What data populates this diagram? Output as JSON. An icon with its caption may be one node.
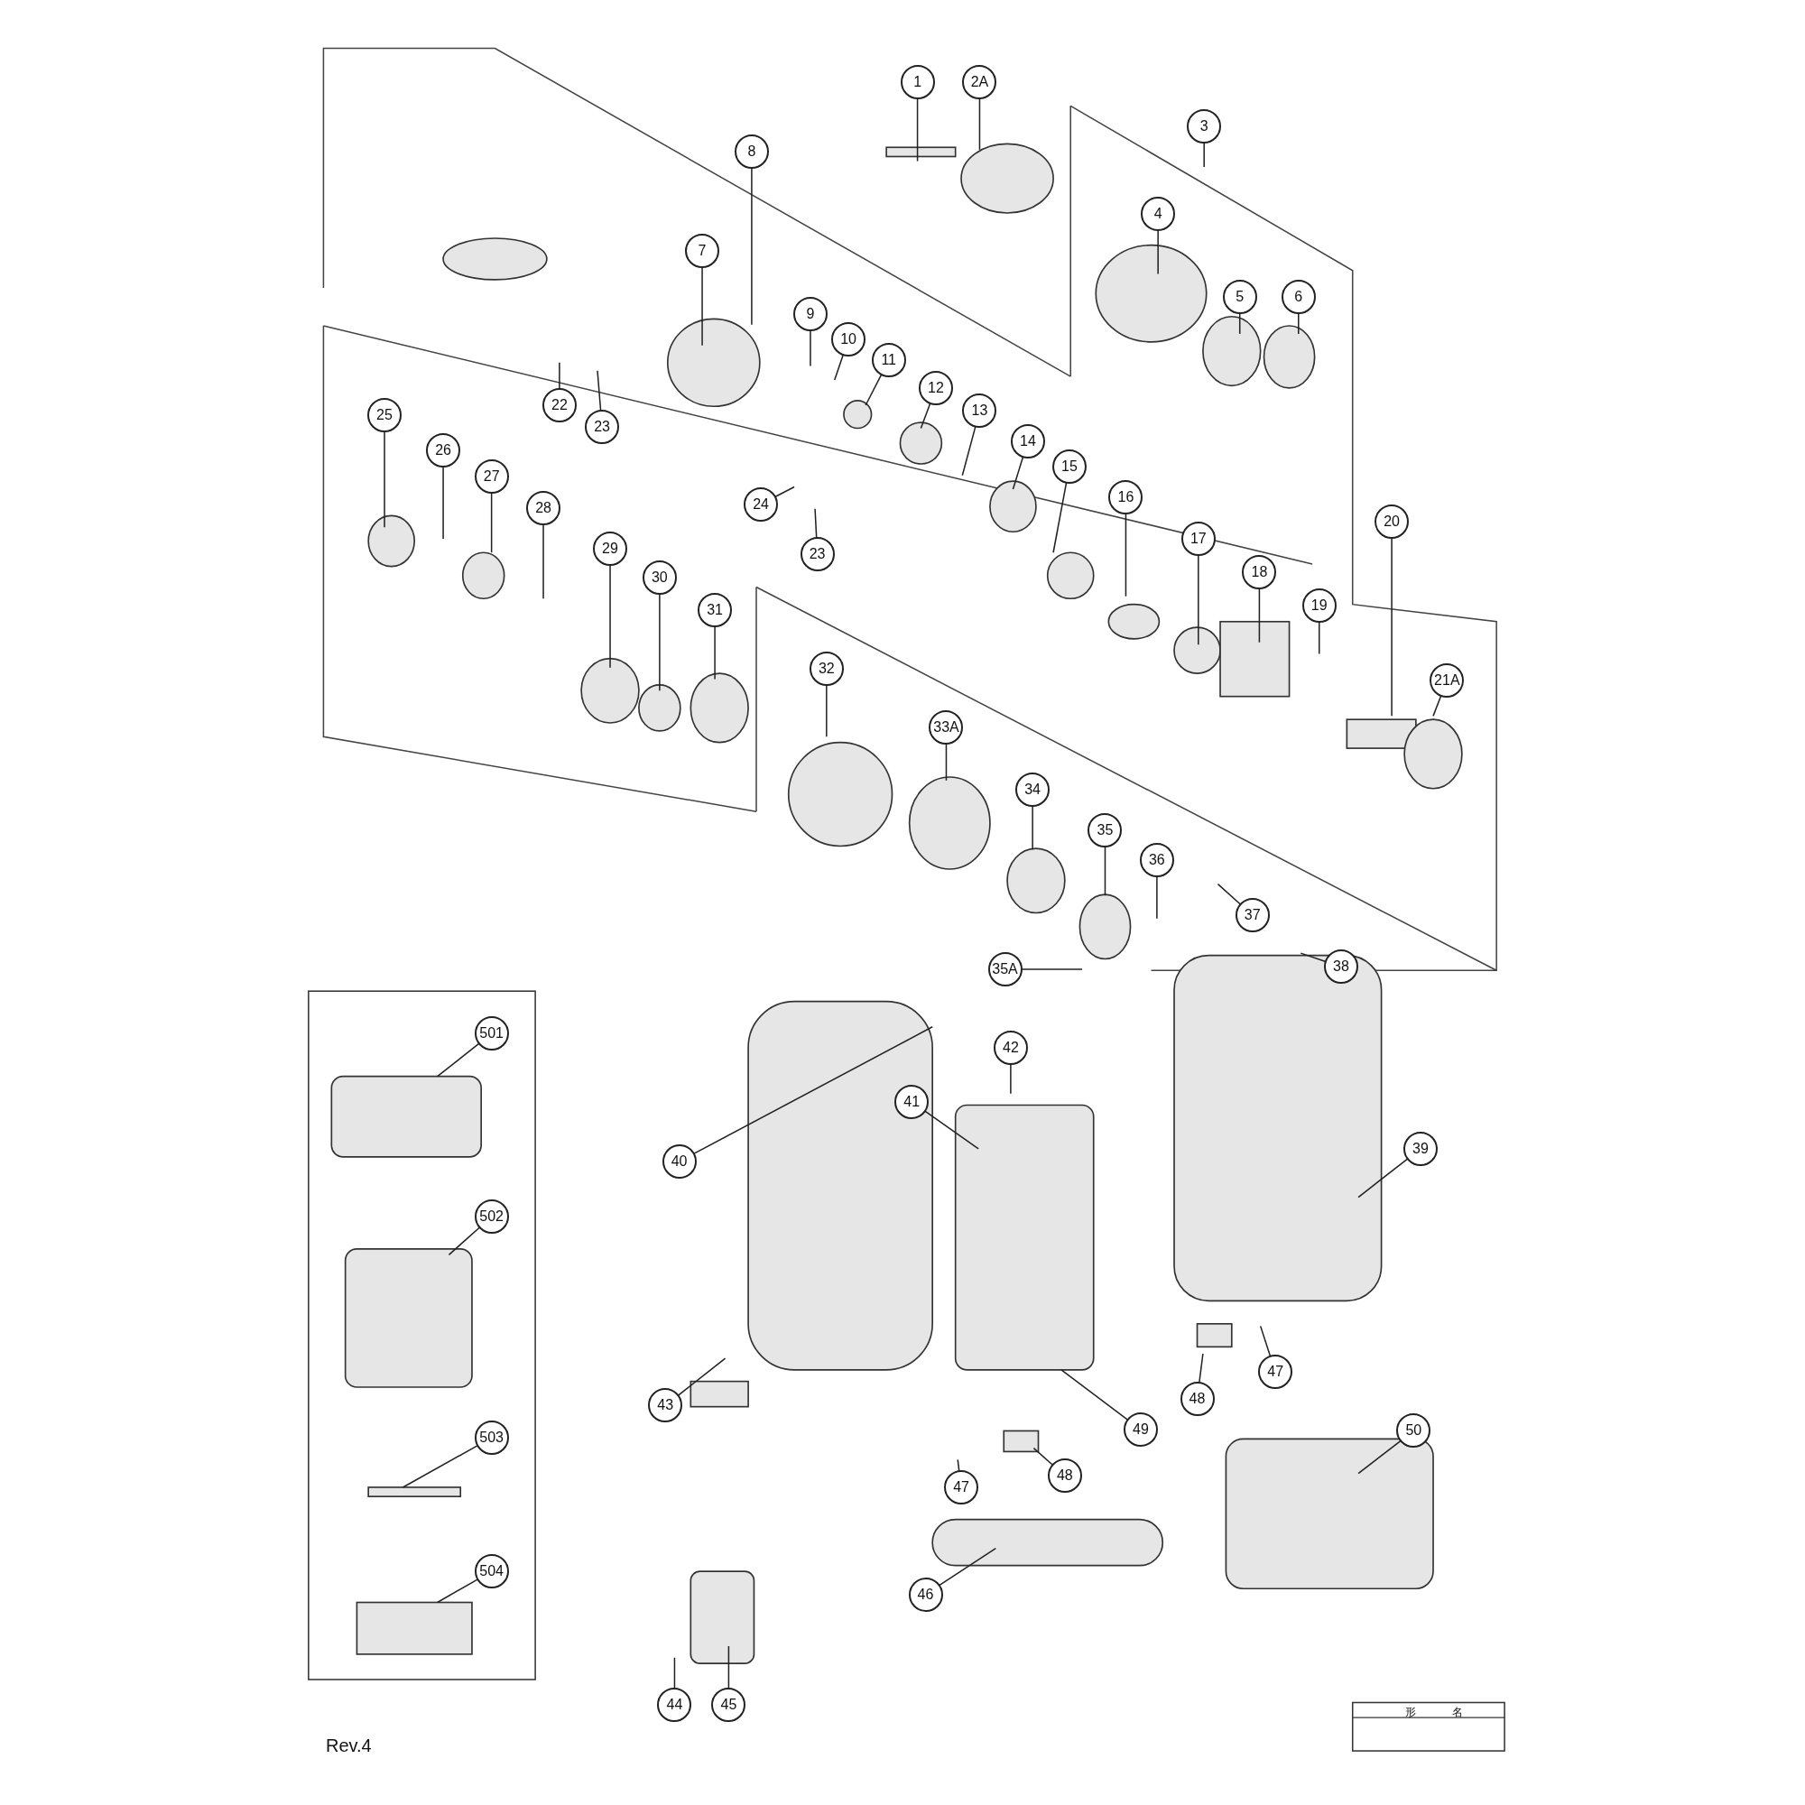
{
  "diagram": {
    "nodes": [
      {
        "text": [
          "1"
        ]
      },
      {
        "text": [
          "2A"
        ]
      },
      {
        "text": [
          "3"
        ]
      },
      {
        "text": [
          "8"
        ]
      },
      {
        "text": [
          "4"
        ]
      },
      {
        "text": [
          "7"
        ]
      },
      {
        "text": [
          "5"
        ]
      },
      {
        "text": [
          "6"
        ]
      },
      {
        "text": [
          "9"
        ]
      },
      {
        "text": [
          "10"
        ]
      },
      {
        "text": [
          "11"
        ]
      },
      {
        "text": [
          "12"
        ]
      },
      {
        "text": [
          "22"
        ]
      },
      {
        "text": [
          "23"
        ]
      },
      {
        "text": [
          "13"
        ]
      },
      {
        "text": [
          "25"
        ]
      },
      {
        "text": [
          "14"
        ]
      },
      {
        "text": [
          "26"
        ]
      },
      {
        "text": [
          "15"
        ]
      },
      {
        "text": [
          "27"
        ]
      },
      {
        "text": [
          "16"
        ]
      },
      {
        "text": [
          "24"
        ]
      },
      {
        "text": [
          "28"
        ]
      },
      {
        "text": [
          "20"
        ]
      },
      {
        "text": [
          "17"
        ]
      },
      {
        "text": [
          "29"
        ]
      },
      {
        "text": [
          "23"
        ]
      },
      {
        "text": [
          "18"
        ]
      },
      {
        "text": [
          "30"
        ]
      },
      {
        "text": [
          "19"
        ]
      },
      {
        "text": [
          "31"
        ]
      },
      {
        "text": [
          "32"
        ]
      },
      {
        "text": [
          "21A"
        ]
      },
      {
        "text": [
          "33A"
        ]
      },
      {
        "text": [
          "34"
        ]
      },
      {
        "text": [
          "35"
        ]
      },
      {
        "text": [
          "36"
        ]
      },
      {
        "text": [
          "37"
        ]
      },
      {
        "text": [
          "35A"
        ]
      },
      {
        "text": [
          "38"
        ]
      },
      {
        "text": [
          "501"
        ]
      },
      {
        "text": [
          "42"
        ]
      },
      {
        "text": [
          "41"
        ]
      },
      {
        "text": [
          "39"
        ]
      },
      {
        "text": [
          "40"
        ]
      },
      {
        "text": [
          "502"
        ]
      },
      {
        "text": [
          "47"
        ]
      },
      {
        "text": [
          "48"
        ]
      },
      {
        "text": [
          "43"
        ]
      },
      {
        "text": [
          "49"
        ]
      },
      {
        "text": [
          "50"
        ]
      },
      {
        "text": [
          "503"
        ]
      },
      {
        "text": [
          "48"
        ]
      },
      {
        "text": [
          "47"
        ]
      },
      {
        "text": [
          "504"
        ]
      },
      {
        "text": [
          "46"
        ]
      },
      {
        "text": [
          "44"
        ]
      },
      {
        "text": [
          "45"
        ]
      }
    ],
    "edges": [
      {
        "from": 0,
        "to": null,
        "arrow": "none"
      },
      {
        "from": 1,
        "to": null,
        "arrow": "none"
      },
      {
        "from": 2,
        "to": null,
        "arrow": "none"
      },
      {
        "from": 3,
        "to": null,
        "arrow": "none"
      },
      {
        "from": 4,
        "to": null,
        "arrow": "none"
      },
      {
        "from": 5,
        "to": null,
        "arrow": "none"
      },
      {
        "from": 6,
        "to": null,
        "arrow": "none"
      },
      {
        "from": 7,
        "to": null,
        "arrow": "none"
      },
      {
        "from": 8,
        "to": null,
        "arrow": "none"
      },
      {
        "from": 9,
        "to": null,
        "arrow": "none"
      },
      {
        "from": 10,
        "to": null,
        "arrow": "none"
      },
      {
        "from": 11,
        "to": null,
        "arrow": "none"
      },
      {
        "from": 12,
        "to": null,
        "arrow": "none"
      },
      {
        "from": 13,
        "to": null,
        "arrow": "none"
      },
      {
        "from": 14,
        "to": null,
        "arrow": "none"
      },
      {
        "from": 15,
        "to": null,
        "arrow": "none"
      },
      {
        "from": 16,
        "to": null,
        "arrow": "none"
      },
      {
        "from": 17,
        "to": null,
        "arrow": "none"
      },
      {
        "from": 18,
        "to": null,
        "arrow": "none"
      },
      {
        "from": 19,
        "to": null,
        "arrow": "none"
      },
      {
        "from": 20,
        "to": null,
        "arrow": "none"
      },
      {
        "from": 21,
        "to": null,
        "arrow": "none"
      },
      {
        "from": 22,
        "to": null,
        "arrow": "none"
      },
      {
        "from": 23,
        "to": null,
        "arrow": "none"
      },
      {
        "from": 24,
        "to": null,
        "arrow": "none"
      },
      {
        "from": 25,
        "to": null,
        "arrow": "none"
      },
      {
        "from": 26,
        "to": null,
        "arrow": "none"
      },
      {
        "from": 27,
        "to": null,
        "arrow": "none"
      },
      {
        "from": 28,
        "to": null,
        "arrow": "none"
      },
      {
        "from": 29,
        "to": null,
        "arrow": "none"
      },
      {
        "from": 30,
        "to": null,
        "arrow": "none"
      },
      {
        "from": 31,
        "to": null,
        "arrow": "none"
      },
      {
        "from": 32,
        "to": null,
        "arrow": "none"
      },
      {
        "from": 33,
        "to": null,
        "arrow": "none"
      },
      {
        "from": 34,
        "to": null,
        "arrow": "none"
      },
      {
        "from": 35,
        "to": null,
        "arrow": "none"
      },
      {
        "from": 36,
        "to": null,
        "arrow": "none"
      },
      {
        "from": 37,
        "to": null,
        "arrow": "none"
      },
      {
        "from": 38,
        "to": null,
        "arrow": "none"
      },
      {
        "from": 39,
        "to": null,
        "arrow": "none"
      },
      {
        "from": 40,
        "to": null,
        "arrow": "none"
      },
      {
        "from": 41,
        "to": null,
        "arrow": "none"
      },
      {
        "from": 42,
        "to": null,
        "arrow": "none"
      },
      {
        "from": 43,
        "to": null,
        "arrow": "none"
      },
      {
        "from": 44,
        "to": null,
        "arrow": "none"
      },
      {
        "from": 45,
        "to": null,
        "arrow": "none"
      },
      {
        "from": 46,
        "to": null,
        "arrow": "none"
      },
      {
        "from": 47,
        "to": null,
        "arrow": "none"
      },
      {
        "from": 48,
        "to": null,
        "arrow": "none"
      },
      {
        "from": 49,
        "to": null,
        "arrow": "none"
      },
      {
        "from": 50,
        "to": null,
        "arrow": "none"
      },
      {
        "from": 51,
        "to": null,
        "arrow": "none"
      },
      {
        "from": 52,
        "to": null,
        "arrow": "none"
      },
      {
        "from": 53,
        "to": null,
        "arrow": "none"
      },
      {
        "from": 54,
        "to": null,
        "arrow": "none"
      },
      {
        "from": 55,
        "to": null,
        "arrow": "none"
      },
      {
        "from": 56,
        "to": null,
        "arrow": "none"
      },
      {
        "from": 57,
        "to": null,
        "arrow": "none"
      }
    ],
    "labels": [
      "形名",
      "Rev.4"
    ]
  }
}
